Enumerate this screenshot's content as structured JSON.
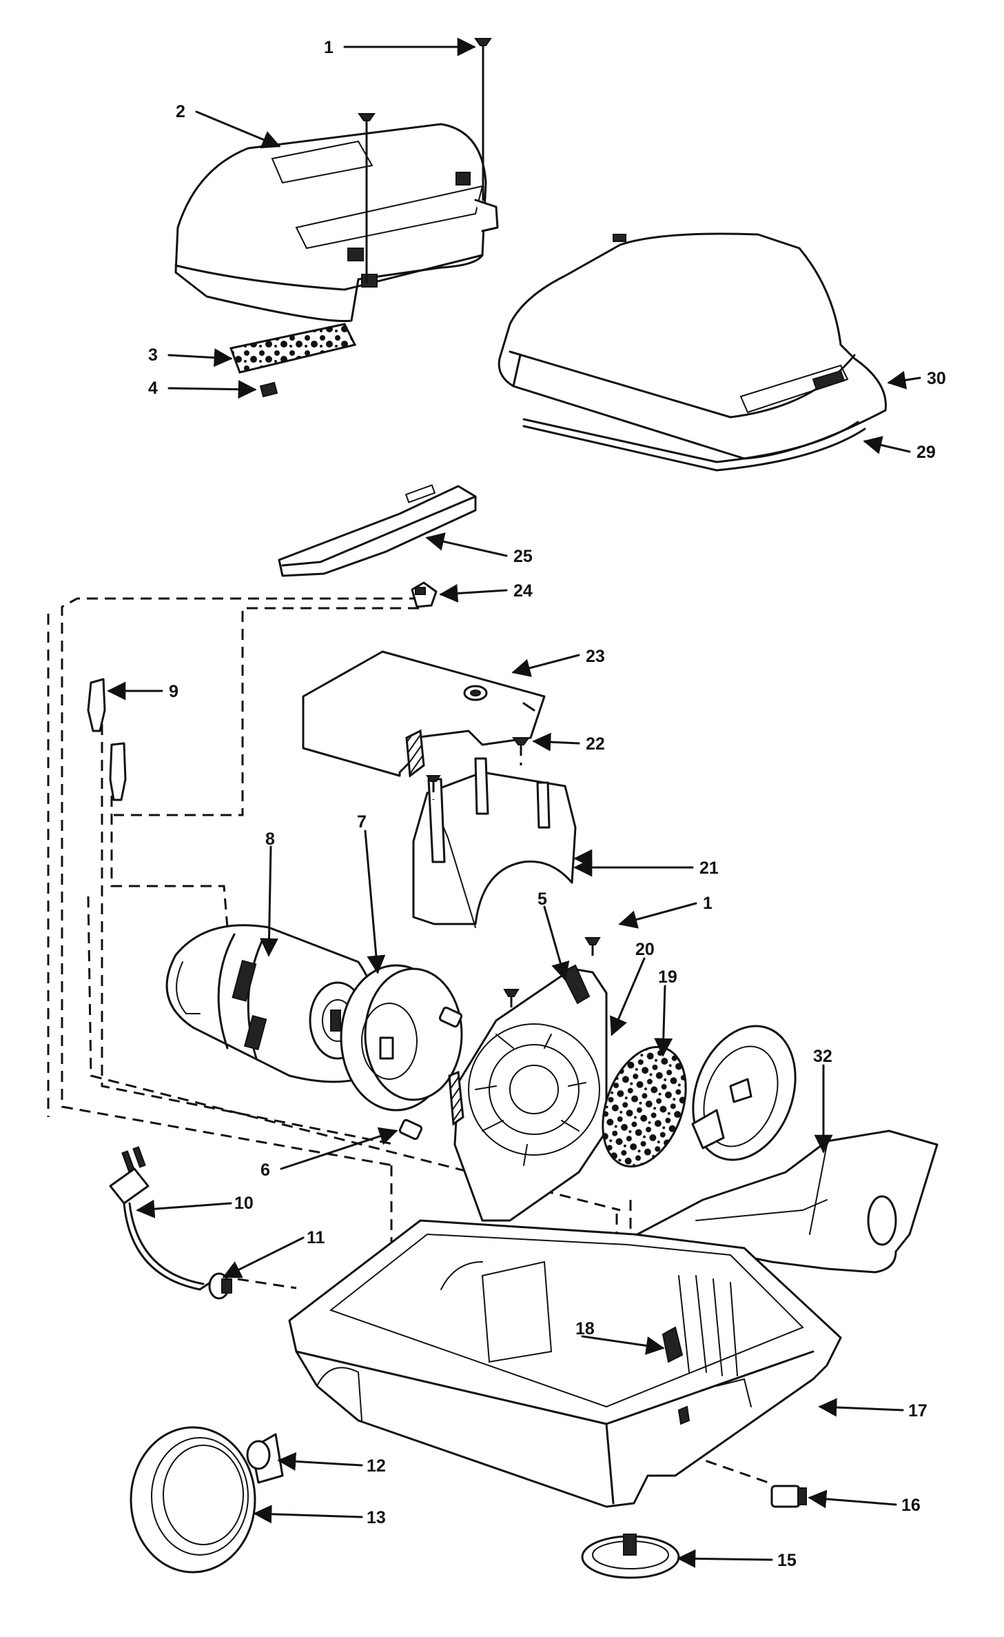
{
  "callouts": {
    "c1a": "1",
    "c1b": "1",
    "c2": "2",
    "c3": "3",
    "c4": "4",
    "c5": "5",
    "c6": "6",
    "c7": "7",
    "c8": "8",
    "c9": "9",
    "c10": "10",
    "c11": "11",
    "c12": "12",
    "c13": "13",
    "c15": "15",
    "c16": "16",
    "c17": "17",
    "c18": "18",
    "c19": "19",
    "c20": "20",
    "c21": "21",
    "c22": "22",
    "c23": "23",
    "c24": "24",
    "c25": "25",
    "c29": "29",
    "c30": "30",
    "c32": "32"
  }
}
